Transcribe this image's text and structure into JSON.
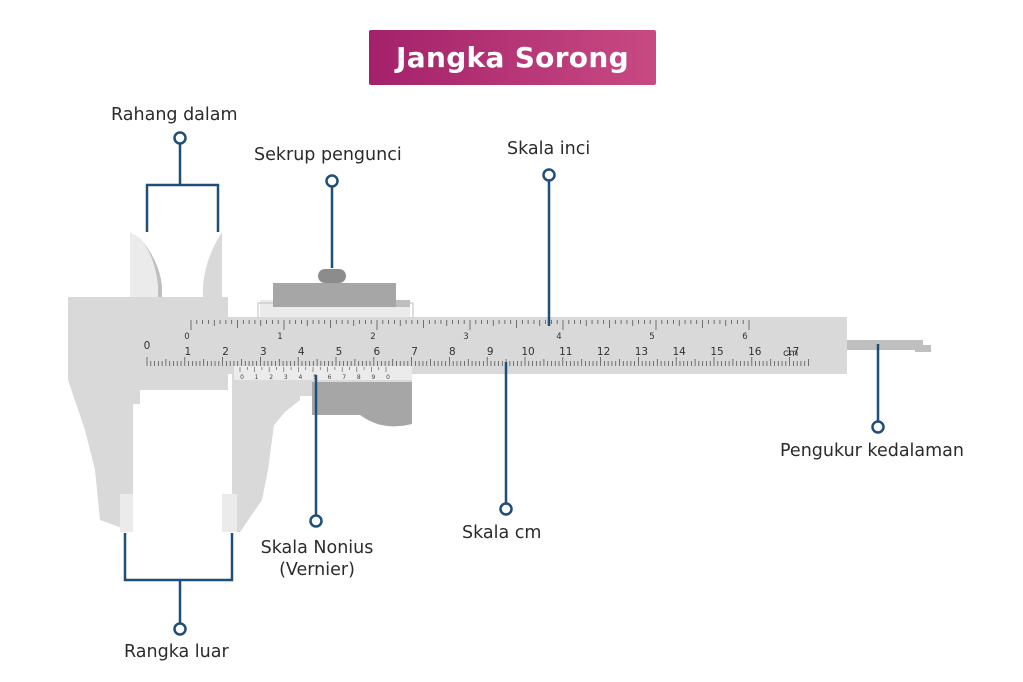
{
  "title": "Jangka Sorong",
  "labels": {
    "rahang_dalam": "Rahang dalam",
    "sekrup_pengunci": "Sekrup pengunci",
    "skala_inci": "Skala inci",
    "pengukur_kedalaman": "Pengukur kedalaman",
    "skala_nonius_line1": "Skala Nonius",
    "skala_nonius_line2": "(Vernier)",
    "skala_cm": "Skala cm",
    "rangka_luar": "Rangka luar"
  },
  "scales": {
    "cm_numbers": [
      "0",
      "1",
      "2",
      "3",
      "4",
      "5",
      "6",
      "7",
      "8",
      "9",
      "10",
      "11",
      "12",
      "13",
      "14",
      "15",
      "16",
      "17"
    ],
    "cm_unit": "cm",
    "inch_numbers": [
      "0",
      "1",
      "2",
      "3",
      "4",
      "5",
      "6"
    ],
    "vernier_numbers": [
      "0",
      "1",
      "2",
      "3",
      "4",
      "5",
      "6",
      "7",
      "8",
      "9",
      "0"
    ]
  },
  "colors": {
    "title_start": "#a3216a",
    "title_end": "#c84a82",
    "callout": "#1f4e79",
    "body_gray": "#d9d9d9",
    "dark_gray": "#a6a6a6",
    "light_gray": "#ebebeb"
  }
}
